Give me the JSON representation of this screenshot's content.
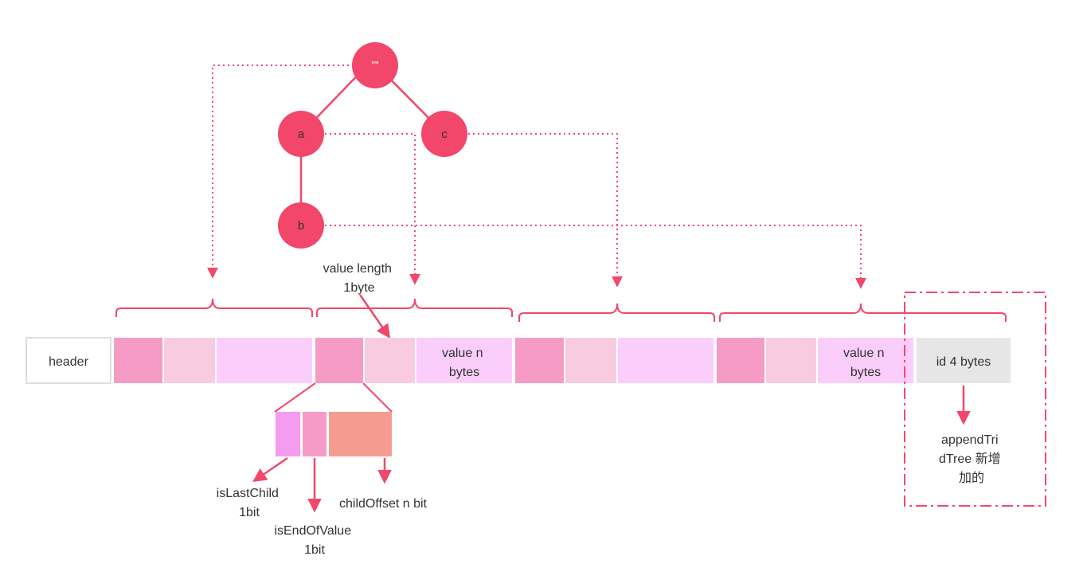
{
  "colors": {
    "node": "#f2476a",
    "line": "#f2476a",
    "flag_a": "#f59bc5",
    "flag_b": "#f9cbe0",
    "value_block": "#fbcdfb",
    "bit_last": "#f59bf0",
    "bit_end": "#f59bc5",
    "bit_offset": "#f59c90",
    "id_block": "#e6e6e6",
    "text": "#333333"
  },
  "tree": {
    "root_label": "\"\"",
    "node_a": "a",
    "node_c": "c",
    "node_b": "b"
  },
  "labels": {
    "value_length_line1": "value length",
    "value_length_line2": "1byte",
    "header": "header",
    "value_n_line1": "value n",
    "value_n_line2": "bytes",
    "id_block": "id 4 bytes",
    "append_line1": "appendTri",
    "append_line2": "dTree 新增",
    "append_line3": "加的",
    "is_last_child_line1": "isLastChild",
    "is_last_child_line2": "1bit",
    "is_end_of_value_line1": "isEndOfValue",
    "is_end_of_value_line2": "1bit",
    "child_offset": "childOffset n bit"
  }
}
